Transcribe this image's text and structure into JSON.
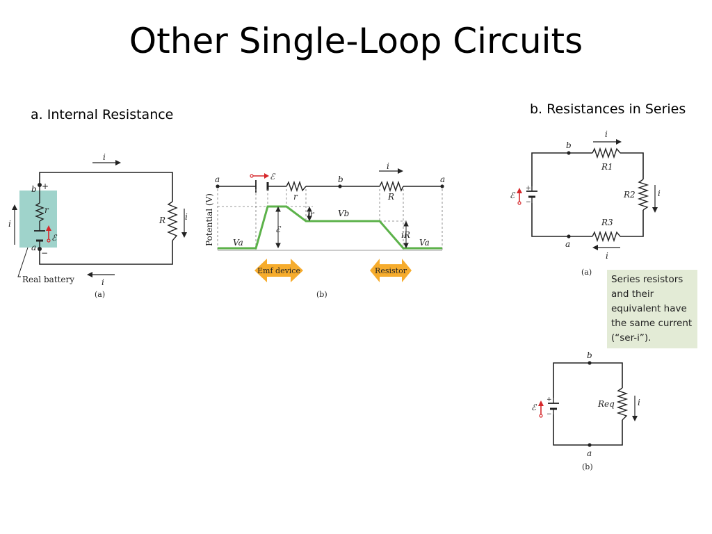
{
  "slide": {
    "title": "Other Single-Loop Circuits",
    "subtitle_a": "a. Internal Resistance",
    "subtitle_b": "b. Resistances in Series"
  },
  "fig_real_battery": {
    "current": "i",
    "current_left": "i",
    "current_right": "i",
    "current_bottom": "i",
    "node_b": "b",
    "node_a": "a",
    "plus": "+",
    "minus": "−",
    "r": "r",
    "emf": "ℰ",
    "R": "R",
    "label": "Real battery",
    "caption": "(a)"
  },
  "fig_potential": {
    "node_a_left": "a",
    "node_b": "b",
    "node_a_right": "a",
    "emf": "ℰ",
    "r": "r",
    "R": "R",
    "i": "i",
    "ylabel": "Potential (V)",
    "Va_left": "Va",
    "Vb": "Vb",
    "Va_right": "Va",
    "ir": "ir",
    "emf_drop": "ℰ",
    "iR": "iR",
    "emf_device": "Emf device",
    "resistor": "Resistor",
    "caption": "(b)"
  },
  "fig_series": {
    "i_top": "i",
    "node_b": "b",
    "R1": "R1",
    "R2": "R2",
    "i_right": "i",
    "R3": "R3",
    "node_a": "a",
    "i_bottom": "i",
    "emf": "ℰ",
    "plus": "+",
    "minus": "−",
    "caption": "(a)"
  },
  "note": "Series resistors and their equivalent have the same current (“ser-i”).",
  "fig_equivalent": {
    "node_b": "b",
    "Req": "Req",
    "i": "i",
    "node_a": "a",
    "emf": "ℰ",
    "plus": "+",
    "minus": "−",
    "caption": "(b)"
  },
  "colors": {
    "graph_line": "#5cb24a",
    "battery_box": "#9fd3cb",
    "arrow_band": "#f6ac2d",
    "note_bg": "#e3ebd6",
    "emf_arrow": "#d6262a"
  }
}
